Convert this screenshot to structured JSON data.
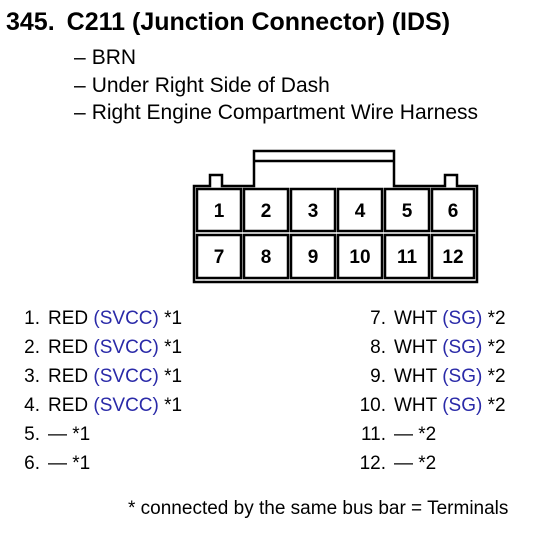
{
  "header": {
    "number": "345.",
    "title": "C211 (Junction Connector) (IDS)"
  },
  "info": [
    {
      "dash": "–",
      "text": "BRN"
    },
    {
      "dash": "–",
      "text": "Under Right Side of Dash"
    },
    {
      "dash": "–",
      "text": "Right Engine Compartment Wire Harness"
    }
  ],
  "connector": {
    "top_row": [
      "1",
      "2",
      "3",
      "4",
      "5",
      "6"
    ],
    "bottom_row": [
      "7",
      "8",
      "9",
      "10",
      "11",
      "12"
    ]
  },
  "pins_left": [
    {
      "num": "1.",
      "color": "RED",
      "signal": "(SVCC)",
      "note": "*1"
    },
    {
      "num": "2.",
      "color": "RED",
      "signal": "(SVCC)",
      "note": "*1"
    },
    {
      "num": "3.",
      "color": "RED",
      "signal": "(SVCC)",
      "note": "*1"
    },
    {
      "num": "4.",
      "color": "RED",
      "signal": "(SVCC)",
      "note": "*1"
    },
    {
      "num": "5.",
      "color": "—",
      "signal": "",
      "note": "*1"
    },
    {
      "num": "6.",
      "color": "—",
      "signal": "",
      "note": "*1"
    }
  ],
  "pins_right": [
    {
      "num": "7.",
      "color": "WHT",
      "signal": "(SG)",
      "note": "*2"
    },
    {
      "num": "8.",
      "color": "WHT",
      "signal": "(SG)",
      "note": "*2"
    },
    {
      "num": "9.",
      "color": "WHT",
      "signal": "(SG)",
      "note": "*2"
    },
    {
      "num": "10.",
      "color": "WHT",
      "signal": "(SG)",
      "note": "*2"
    },
    {
      "num": "11.",
      "color": "—",
      "signal": "",
      "note": "*2"
    },
    {
      "num": "12.",
      "color": "—",
      "signal": "",
      "note": "*2"
    }
  ],
  "footnote": "* connected by the same bus bar = Terminals",
  "colors": {
    "text": "#000000",
    "signal": "#2a2aa8",
    "background": "#ffffff"
  }
}
